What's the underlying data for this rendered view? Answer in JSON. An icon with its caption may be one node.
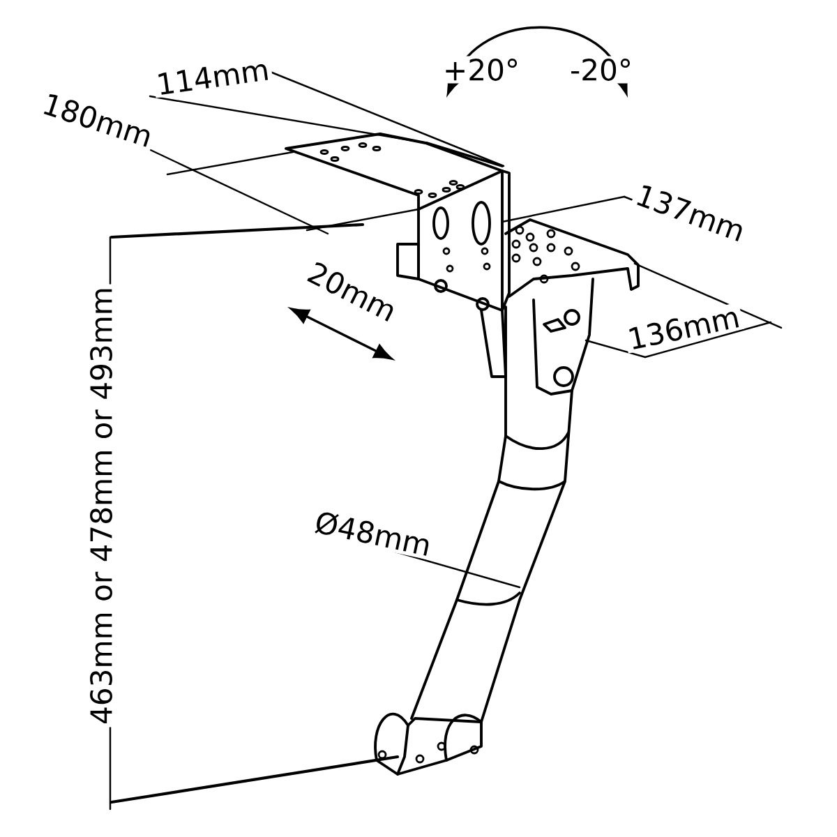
{
  "diagram": {
    "labels": [
      "114mm",
      "180mm",
      "+20°",
      "-20°",
      "137mm",
      "20mm",
      "136mm",
      "Ø48mm",
      "463mm or 478mm or 493mm"
    ]
  }
}
